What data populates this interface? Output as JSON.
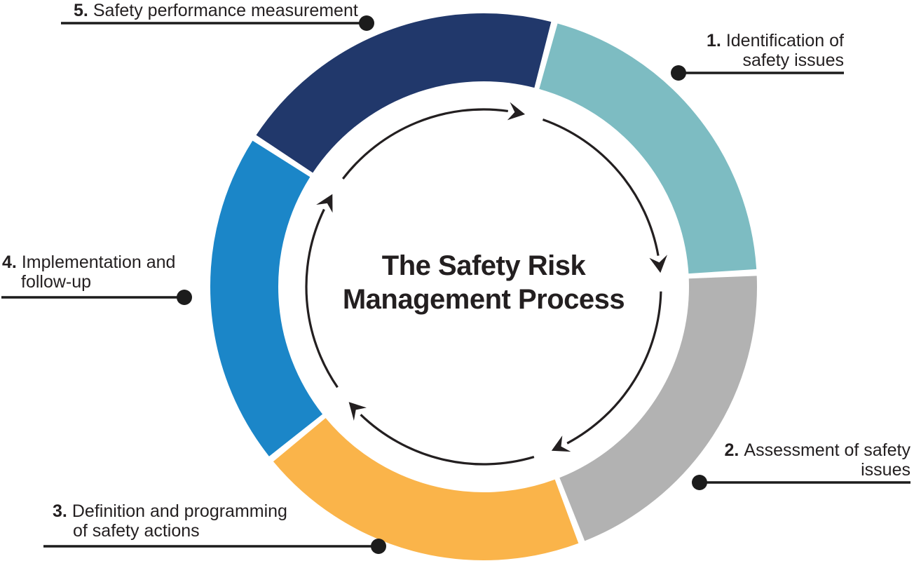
{
  "diagram": {
    "title": {
      "line1": "The Safety Risk",
      "line2": "Management Process"
    },
    "colors": {
      "text": "#231f20",
      "line": "#1c1c1c",
      "arrow": "#231f20",
      "background": "#ffffff"
    },
    "segments": [
      {
        "name": "identification-of-safety-issues",
        "number": "1.",
        "label_line1": "Identification of",
        "label_line2": "safety issues",
        "color": "#7dbcc2"
      },
      {
        "name": "assessment-of-safety-issues",
        "number": "2.",
        "label_line1": "Assessment of safety",
        "label_line2": "issues",
        "color": "#b2b2b2"
      },
      {
        "name": "definition-and-programming-of-safety-actions",
        "number": "3.",
        "label_line1": "Definition and programming",
        "label_line2": "of safety actions",
        "color": "#fab44a"
      },
      {
        "name": "implementation-and-follow-up",
        "number": "4.",
        "label_line1": "Implementation and",
        "label_line2": "follow-up",
        "color": "#1b86c8"
      },
      {
        "name": "safety-performance-measurement",
        "number": "5.",
        "label_line1": "Safety performance measurement",
        "label_line2": "",
        "color": "#21386b"
      }
    ]
  }
}
